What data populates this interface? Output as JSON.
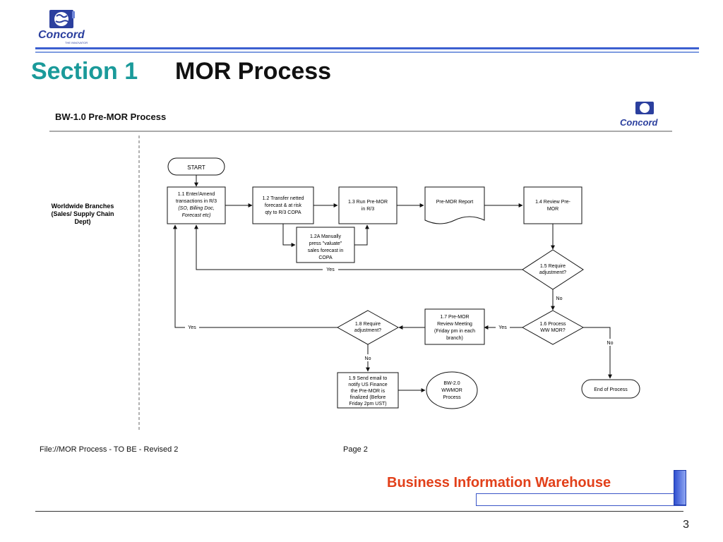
{
  "header": {
    "logo_text": "Concord",
    "logo_tagline": "THE INNOVATOR",
    "section_number": "Section 1",
    "section_title": "MOR Process"
  },
  "diagram": {
    "title": "BW-1.0 Pre-MOR Process",
    "lane_label": [
      "Worldwide Branches",
      "(Sales/ Supply Chain",
      "Dept)"
    ],
    "start": "START",
    "step_1_1": [
      "1.1 Enter/Amend",
      "transactions in R/3",
      "(SO, Billing Doc,",
      "Forecast etc)"
    ],
    "step_1_2": [
      "1.2 Transfer netted",
      "forecast & at risk",
      "qty to R/3 COPA"
    ],
    "step_1_2a": [
      "1.2A Manually",
      "press \"valuate\"",
      "sales forecast in",
      "COPA"
    ],
    "step_1_3": [
      "1.3 Run Pre-MOR",
      "in R/3"
    ],
    "report": "Pre-MOR Report",
    "step_1_4": [
      "1.4 Review Pre-",
      "MOR"
    ],
    "decision_1_5": [
      "1.5 Require",
      "adjustment?"
    ],
    "decision_1_6": [
      "1.6 Process",
      "WW MOR?"
    ],
    "step_1_7": [
      "1.7 Pre-MOR",
      "Review Meeting",
      "(Friday pm in each",
      "branch)"
    ],
    "decision_1_8": [
      "1.8 Require",
      "adjustment?"
    ],
    "step_1_9": [
      "1.9 Send email to",
      "notify US Finance",
      "the Pre-MOR is",
      "finalized (Before",
      "Friday 2pm UST)"
    ],
    "connector_bw20": [
      "BW-2.0",
      "WWMOR",
      "Process"
    ],
    "end": "End of Process",
    "label_yes": "Yes",
    "label_no": "No",
    "footer_file": "File://MOR Process - TO BE - Revised 2",
    "footer_page": "Page 2"
  },
  "footer": {
    "brand_text": "Business Information Warehouse",
    "page_number": "3"
  },
  "colors": {
    "section_number": "#1a9a9a",
    "brand_text": "#e2401a",
    "rule_blue": "#3b5fd0",
    "logo_blue": "#2b3f9e"
  }
}
